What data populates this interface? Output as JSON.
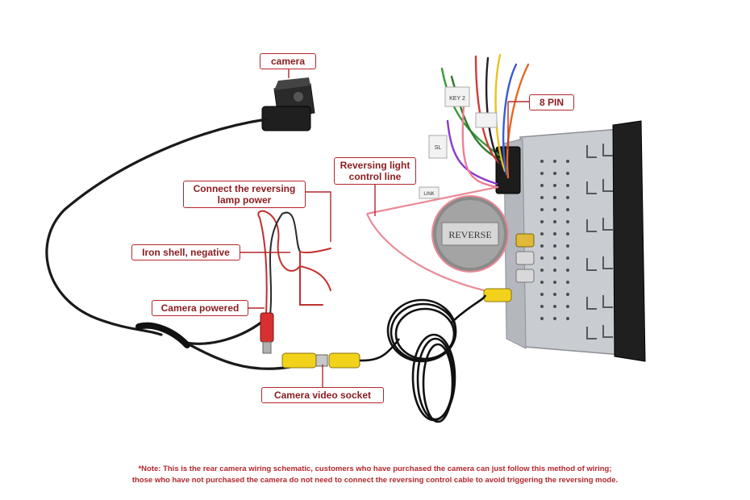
{
  "labels": {
    "camera": "camera",
    "eight_pin": "8 PIN",
    "reversing_light_line": [
      "Reversing light",
      "control line"
    ],
    "reversing_lamp_power": [
      "Connect the reversing",
      "lamp power"
    ],
    "iron_shell": "Iron shell, negative",
    "camera_powered": "Camera powered",
    "video_socket": "Camera video socket"
  },
  "part_labels": {
    "reverse_tag": "REVERSE",
    "key_tag": "KEY 2",
    "sl_tag": "SL",
    "wire_tag": "LINK"
  },
  "note": {
    "line1": "*Note: This is the rear camera wiring schematic, customers who have purchased the camera can just follow this method of wiring;",
    "line2": "those who have not purchased the camera do not need to connect the reversing control cable to avoid triggering the reversing mode."
  },
  "colors": {
    "accent": "#b3272b",
    "cable_black": "#1a1a1a",
    "wire_red": "#c0302c",
    "wire_pink": "#e98a96",
    "rca_yellow": "#f2d21b",
    "chassis_silver": "#c9ccd1"
  }
}
